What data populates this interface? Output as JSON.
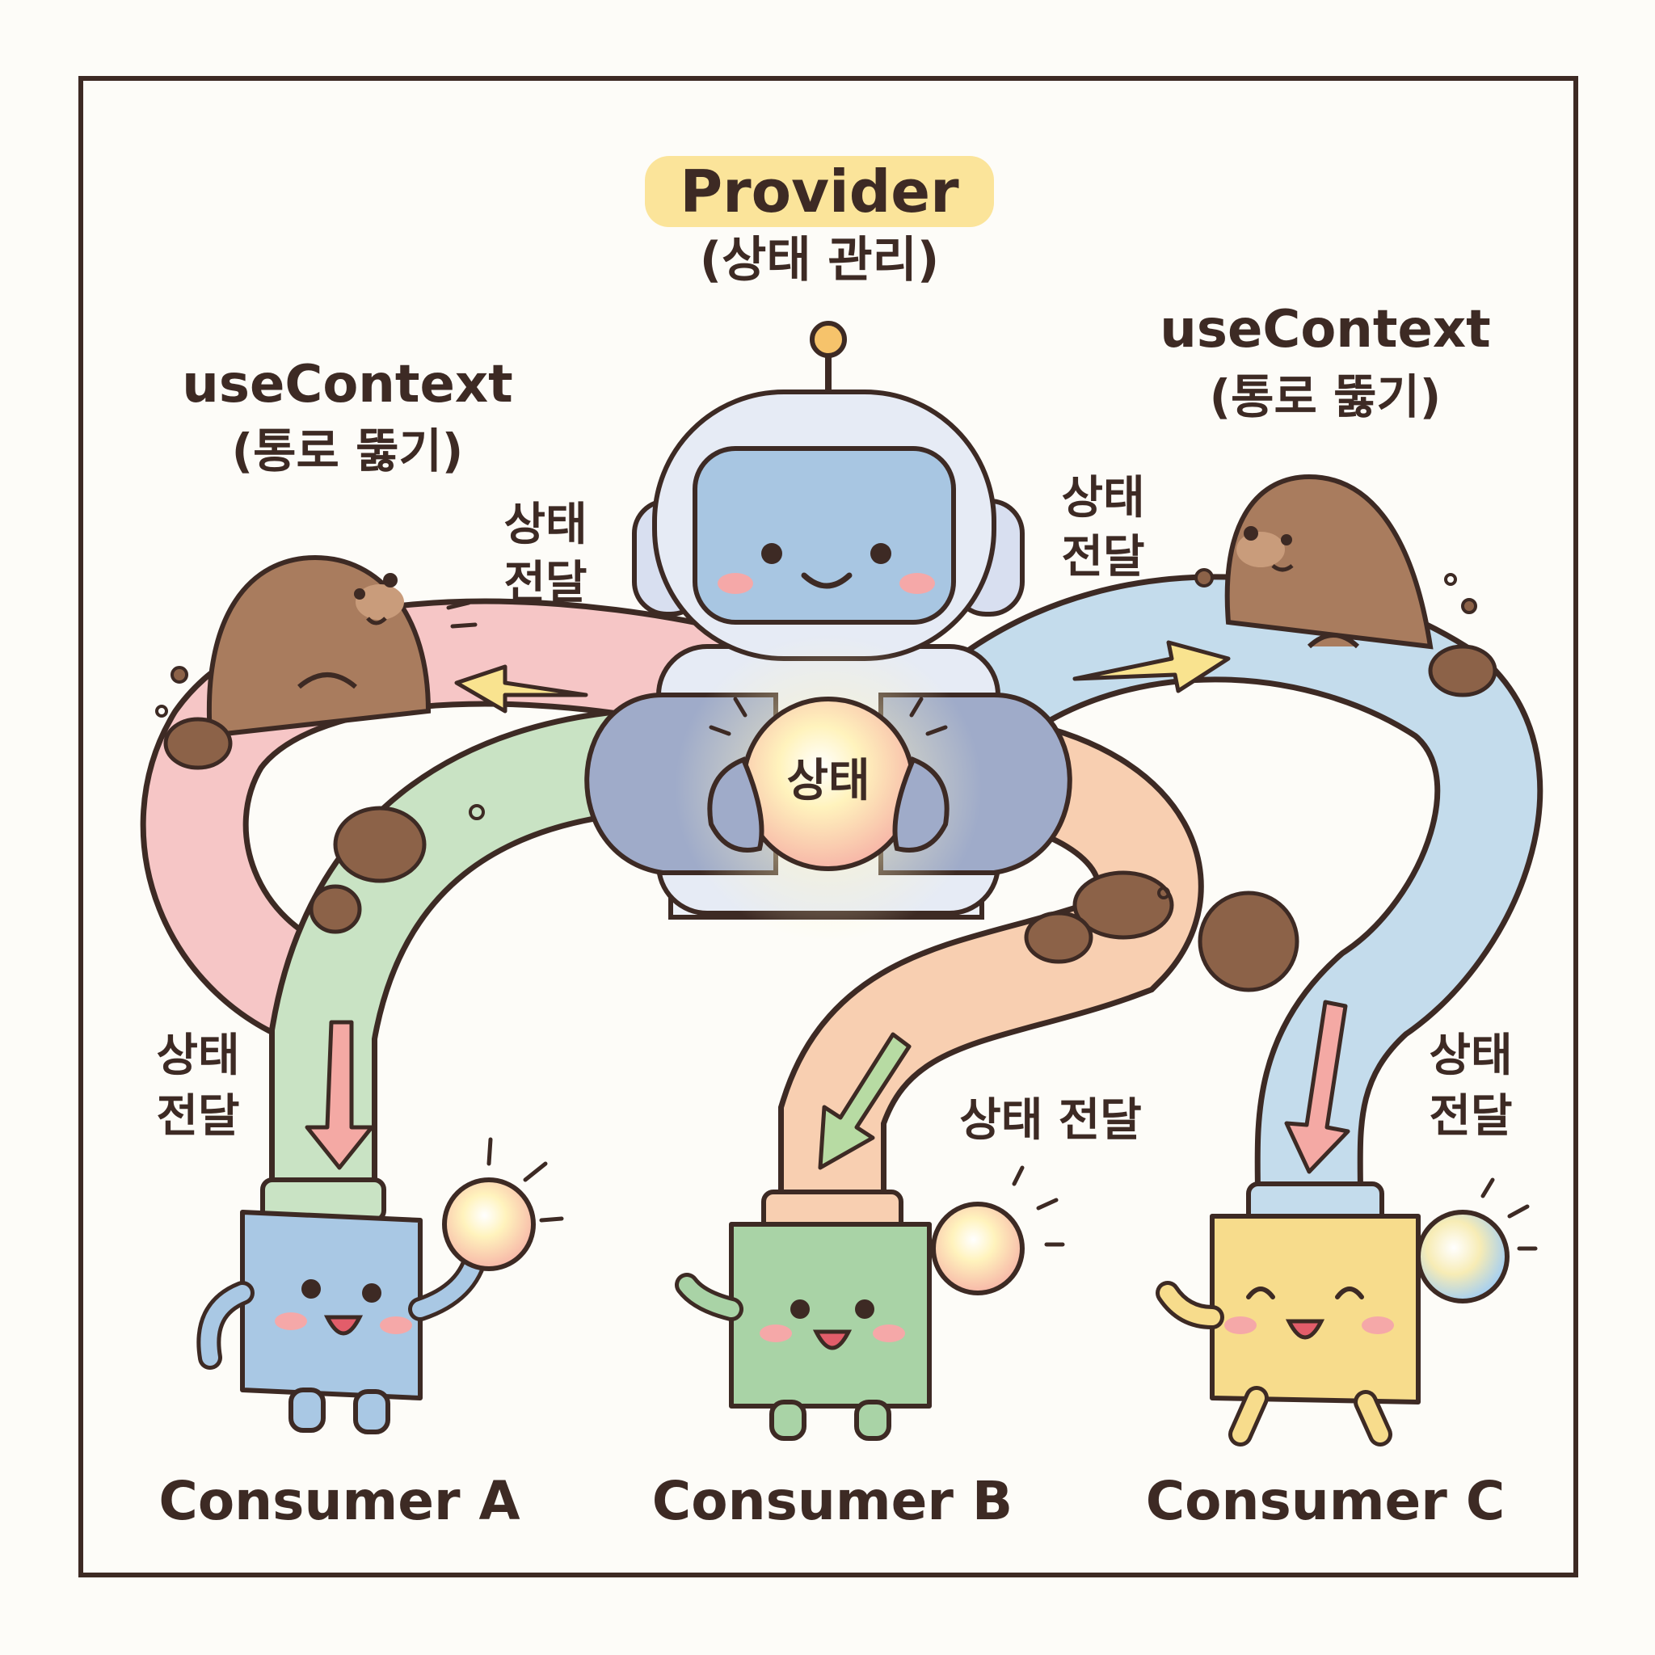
{
  "provider": {
    "title": "Provider",
    "subtitle": "(상태 관리)",
    "orb_label": "상태"
  },
  "left_tunnel": {
    "title": "useContext",
    "subtitle": "(통로 뚫기)",
    "pass_top": "상태",
    "pass_bottom": "전달"
  },
  "right_tunnel": {
    "title": "useContext",
    "subtitle": "(통로 뚫기)",
    "pass_top": "상태",
    "pass_bottom": "전달"
  },
  "consumer_a": {
    "name": "Consumer A",
    "pass_top": "상태",
    "pass_bottom": "전달"
  },
  "consumer_b": {
    "name": "Consumer B",
    "pass_label": "상태 전달"
  },
  "consumer_c": {
    "name": "Consumer C",
    "pass_top": "상태",
    "pass_bottom": "전달"
  },
  "colors": {
    "ink": "#3d2a24",
    "pink_tube": "#f6c6c6",
    "green_tube": "#c9e3c4",
    "peach_tube": "#f8cfb1",
    "blue_tube": "#c4dcec",
    "mole": "#a97c5e",
    "arrow_yellow": "#f9e38f",
    "arrow_pink": "#f4a9a4",
    "arrow_green": "#b7dba3",
    "robot": "#e6ebf5",
    "screen": "#a8c6e2",
    "consumer_a_body": "#a9c8e4",
    "consumer_b_body": "#a9d3a6",
    "consumer_c_body": "#f7dc8c",
    "orb": "#fde8a3"
  }
}
